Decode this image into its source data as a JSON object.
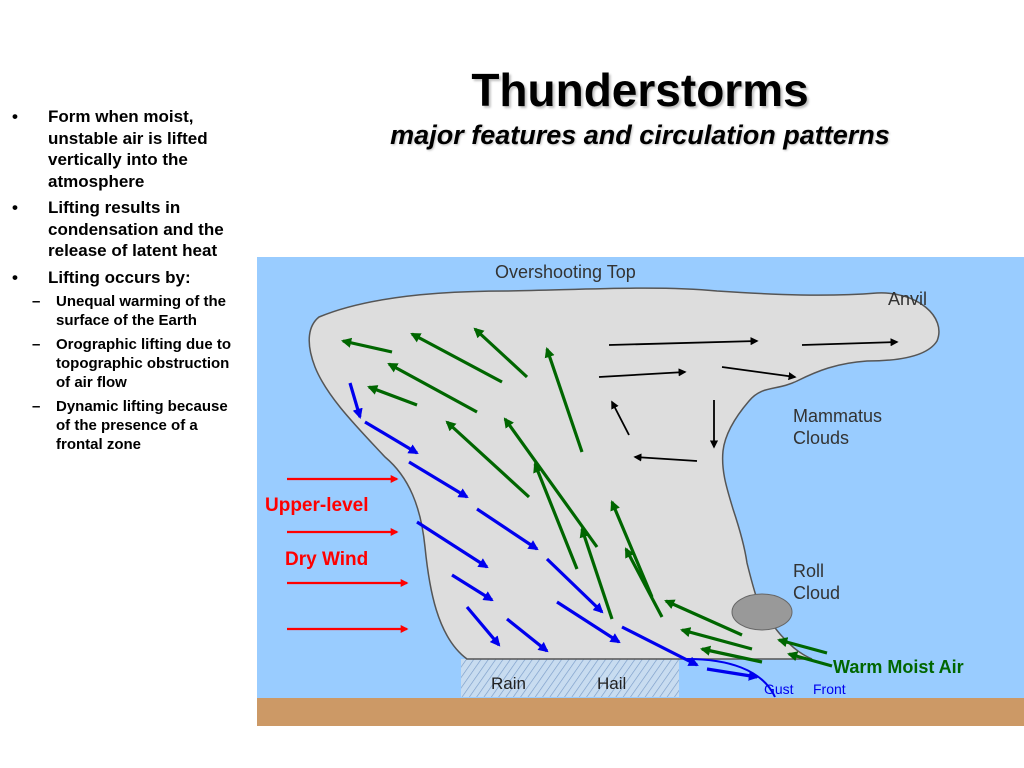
{
  "slide": {
    "title": "Thunderstorms",
    "subtitle": "major features and circulation patterns"
  },
  "bullets": [
    {
      "text": "Form when moist, unstable air is lifted vertically into the atmosphere"
    },
    {
      "text": "Lifting results in condensation and the release of latent heat"
    },
    {
      "text": "Lifting occurs by:",
      "sub": [
        "Unequal warming of the surface of the Earth",
        "Orographic lifting due to topographic obstruction of air flow",
        "Dynamic lifting because of the presence of a frontal zone"
      ]
    }
  ],
  "diagram": {
    "labels": {
      "overshooting_top": "Overshooting Top",
      "anvil": "Anvil",
      "mammatus_1": "Mammatus",
      "mammatus_2": "Clouds",
      "upper_level": "Upper-level",
      "dry_wind": "Dry Wind",
      "roll_1": "Roll",
      "roll_2": "Cloud",
      "warm_moist_air": "Warm Moist Air",
      "rain": "Rain",
      "hail": "Hail",
      "gust": "Gust",
      "front": "Front"
    },
    "colors": {
      "sky": "#99ccff",
      "ground": "#cc9966",
      "cloud": "#dddddd",
      "updraft": "#006600",
      "downdraft": "#0000ee",
      "dry_wind": "#ff0000",
      "warm_air_label": "#006600",
      "circulation": "#000000",
      "roll_cloud": "#999999"
    }
  }
}
